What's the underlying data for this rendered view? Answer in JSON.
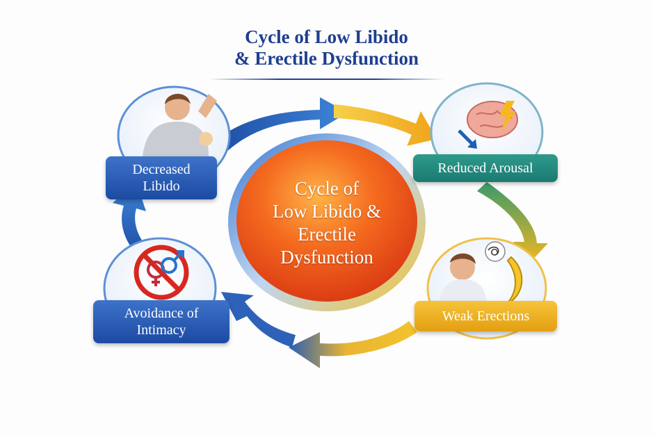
{
  "title": {
    "line1": "Cycle of Low Libido",
    "line2": "& Erectile Dysfunction"
  },
  "center": {
    "line1": "Cycle of",
    "line2": "Low Libido &",
    "line3": "Erectile",
    "line4": "Dysfunction"
  },
  "stages": {
    "decreased": {
      "line1": "Decreased",
      "line2": "Libido"
    },
    "reduced": {
      "line1": "Reduced Arousal"
    },
    "weak": {
      "line1": "Weak Erections"
    },
    "avoid": {
      "line1": "Avoidance of",
      "line2": "Intimacy"
    }
  },
  "colors": {
    "title": "#1d3f8f",
    "blue": "#1c4aa2",
    "yellow": "#f3b822",
    "orange": "#e94e1b",
    "teal": "#1b7a72"
  },
  "icons": [
    "man-head-in-hands-illustration",
    "brain-lightning-icon",
    "down-arrow-icon",
    "banana-icon",
    "tangled-thoughts-icon",
    "no-gender-symbol-icon"
  ]
}
